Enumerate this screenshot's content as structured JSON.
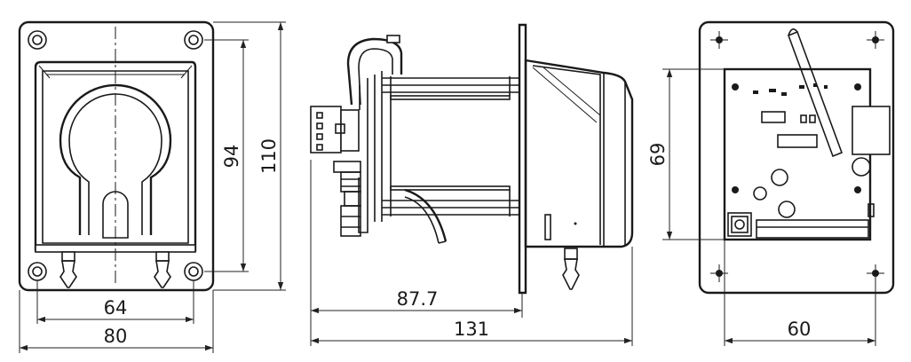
{
  "dimensions": {
    "front_inner_width": "64",
    "front_outer_width": "80",
    "front_inner_height": "94",
    "front_outer_height": "110",
    "side_depth_to_flange": "87.7",
    "side_total_depth": "131",
    "rear_board_height": "69",
    "rear_hole_spacing": "60"
  },
  "colors": {
    "line": "#1a1a1a",
    "background": "#ffffff"
  }
}
